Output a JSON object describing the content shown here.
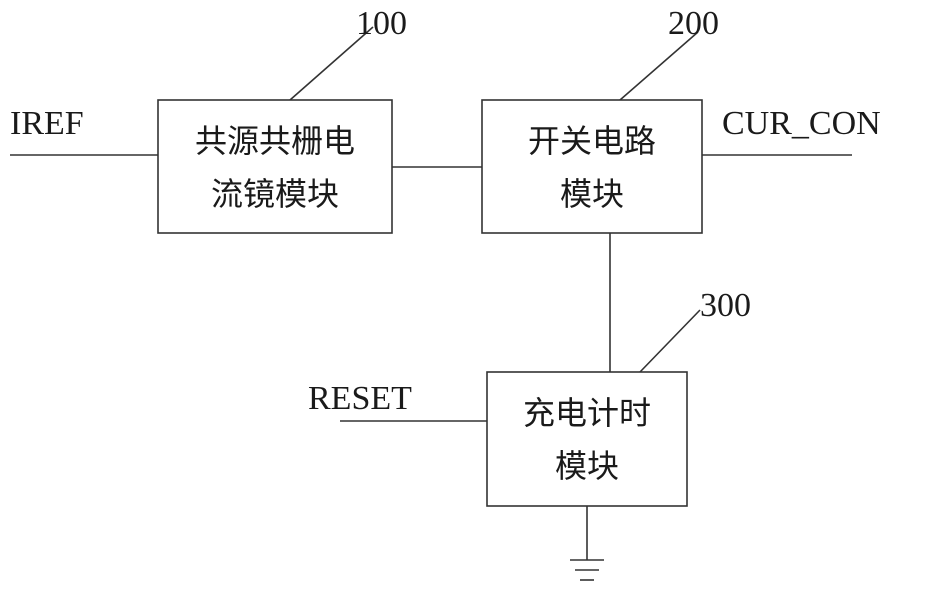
{
  "blocks": {
    "mirror": {
      "ref": "100",
      "line1": "共源共栅电",
      "line2": "流镜模块"
    },
    "switch": {
      "ref": "200",
      "line1": "开关电路",
      "line2": "模块"
    },
    "timer": {
      "ref": "300",
      "line1": "充电计时",
      "line2": "模块"
    }
  },
  "signals": {
    "iref": "IREF",
    "cur_con": "CUR_CON",
    "reset": "RESET"
  },
  "icons": {
    "ground": "ground-symbol-icon"
  },
  "colors": {
    "line": "#333333",
    "text": "#1a1a1a",
    "background": "#ffffff"
  }
}
